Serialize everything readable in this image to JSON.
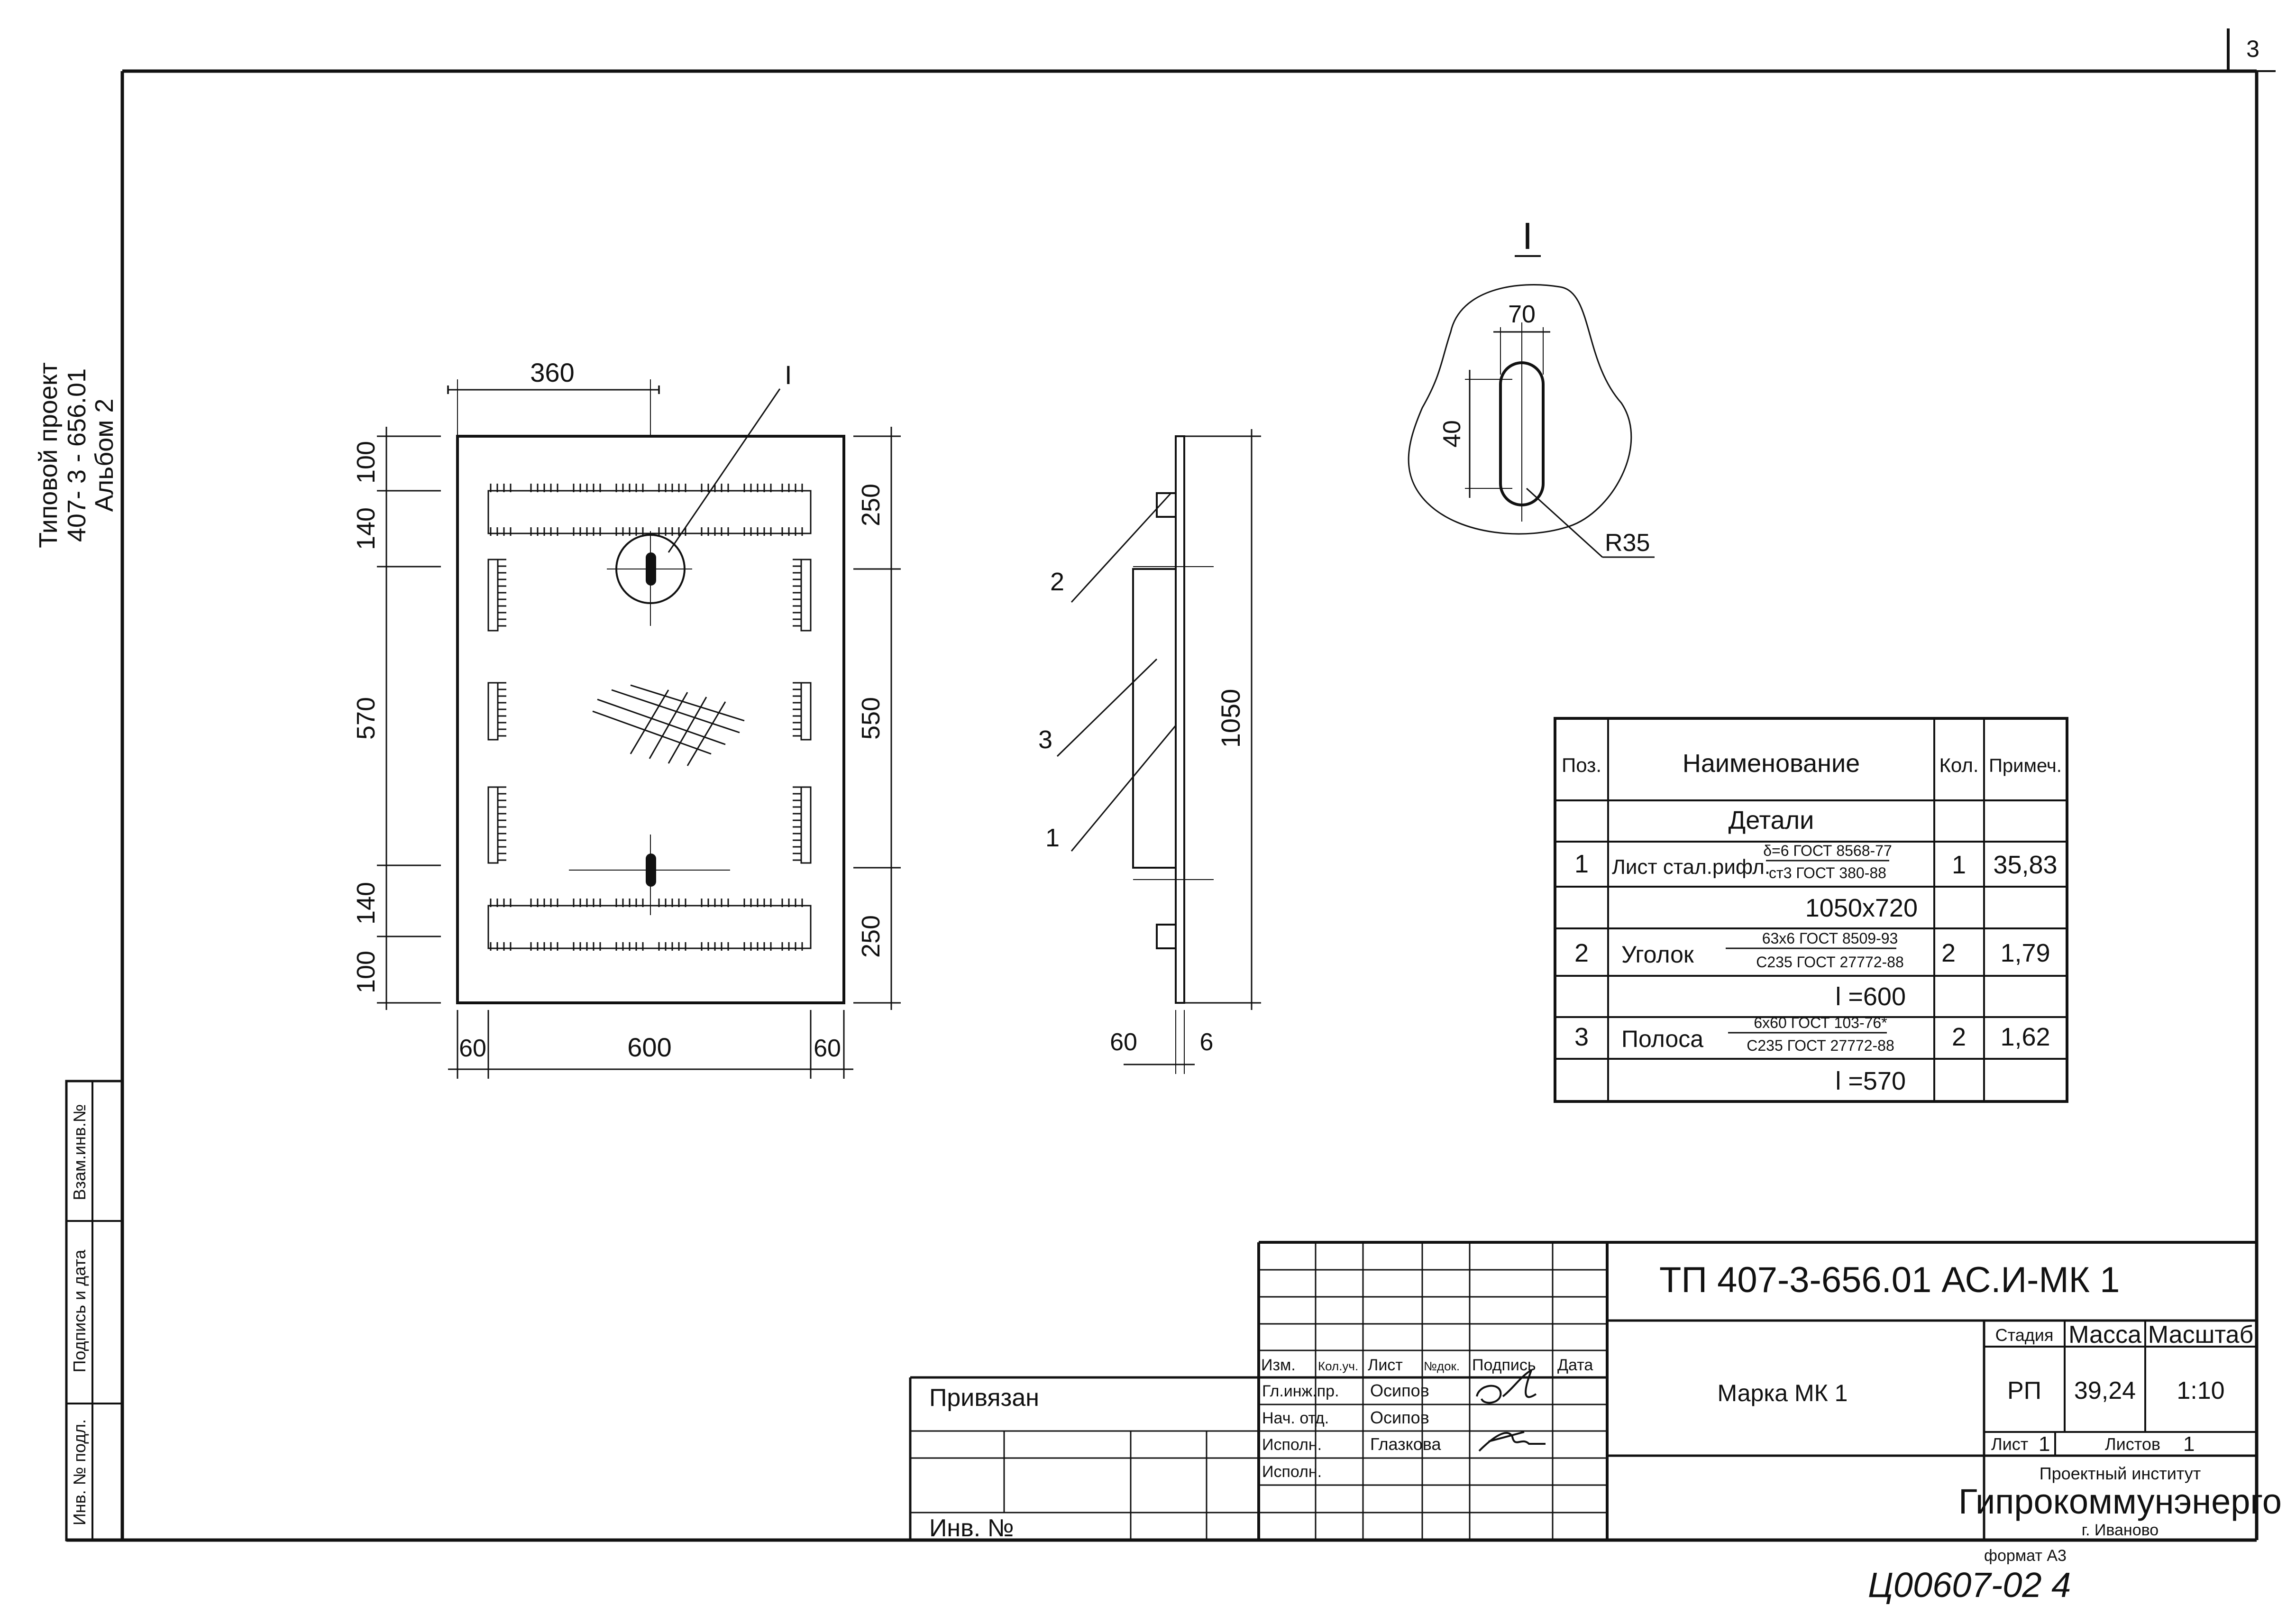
{
  "sheet_number_corner": "3",
  "side_title": {
    "line1": "Типовой проект",
    "line2": "407- 3 - 656.01",
    "line3": "Альбом 2"
  },
  "side_stamp": {
    "vzam": "Взам.инв.№",
    "podpis": "Подпись и дата",
    "inv_podl": "Инв. № подл."
  },
  "plan_view": {
    "dims": {
      "top": "360",
      "left_top": "100",
      "left_140a": "140",
      "left_mid": "570",
      "left_140b": "140",
      "left_bottom": "100",
      "right_top": "250",
      "right_mid": "550",
      "right_bottom": "250",
      "bottom_left": "60",
      "bottom_mid": "600",
      "bottom_right": "60"
    },
    "callout": "I"
  },
  "side_view": {
    "dims": {
      "height": "1050",
      "width": "60",
      "thickness": "6"
    },
    "labels": [
      "2",
      "3",
      "1"
    ]
  },
  "detail": {
    "title": "I",
    "width": "70",
    "height": "40",
    "radius": "R35"
  },
  "spec_table": {
    "headers": [
      "Поз.",
      "Наименование",
      "Кол.",
      "Примеч."
    ],
    "section": "Детали",
    "rows": [
      {
        "pos": "1",
        "name": "Лист стал.рифл.",
        "num": "δ=6 ГОСТ 8568-77",
        "den": "ст3 ГОСТ 380-88",
        "qty": "1",
        "note": "35,83",
        "extra": "1050x720"
      },
      {
        "pos": "2",
        "name": "Уголок",
        "num": "63x6 ГОСТ 8509-93",
        "den": "С235 ГОСТ 27772-88",
        "qty": "2",
        "note": "1,79",
        "extra": "l =600"
      },
      {
        "pos": "3",
        "name": "Полоса",
        "num": "6x60 ГОСТ 103-76*",
        "den": "С235 ГОСТ 27772-88",
        "qty": "2",
        "note": "1,62",
        "extra": "l =570"
      }
    ]
  },
  "title_block": {
    "doc_code": "ТП   407-3-656.01   АС.И-МК 1",
    "name": "Марка МК 1",
    "col_headers": [
      "Изм.",
      "Кол.уч.",
      "Лист",
      "№док.",
      "Подпись",
      "Дата"
    ],
    "roles": [
      {
        "role": "Гл.инж.пр.",
        "person": "Осипов"
      },
      {
        "role": "Нач. отд.",
        "person": "Осипов"
      },
      {
        "role": "Исполн.",
        "person": "Глазкова"
      },
      {
        "role": "Исполн.",
        "person": ""
      }
    ],
    "stage_headers": [
      "Стадия",
      "Масса",
      "Масштаб"
    ],
    "stage": "РП",
    "mass": "39,24",
    "scale": "1:10",
    "sheet_label": "Лист",
    "sheet_value": "1",
    "sheets_label": "Листов",
    "sheets_value": "1",
    "institute_line1": "Проектный институт",
    "institute_name": "Гипрокоммунэнерго",
    "institute_city": "г. Иваново",
    "privyazan": "Привязан",
    "inv_no": "Инв. №"
  },
  "format": "формат А3",
  "handwritten": "Ц00607-02   4"
}
